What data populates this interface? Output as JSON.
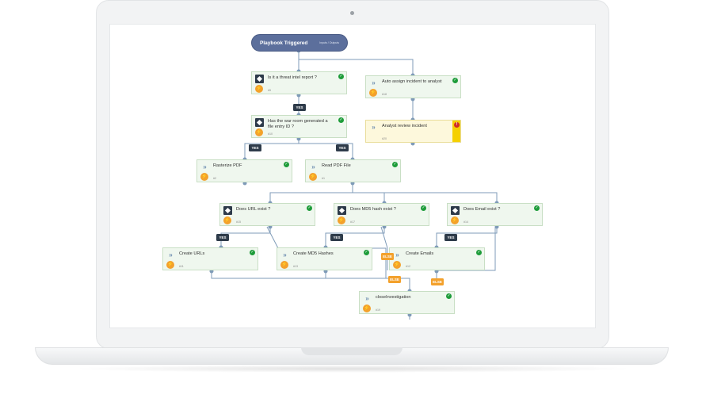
{
  "playbook": {
    "start": {
      "title": "Playbook Triggered",
      "subtitle": "Inputs / Outputs"
    },
    "labels": {
      "yes": "YES",
      "else": "ELSE"
    },
    "nodes": {
      "threat_intel": {
        "label": "Is it a threat intel report ?",
        "num": "#5"
      },
      "auto_assign": {
        "label": "Auto assign incident to analyst",
        "num": "#18"
      },
      "war_room": {
        "label": "Has the war room generated a file entry ID ?",
        "num": "#10"
      },
      "analyst_review": {
        "label": "Analyst review incident",
        "num": "#20"
      },
      "rasterize": {
        "label": "Rasterize PDF",
        "num": "#2"
      },
      "read_pdf": {
        "label": "Read PDF File",
        "num": "#1"
      },
      "url_exist": {
        "label": "Does URL exist ?",
        "num": "#15"
      },
      "md5_exist": {
        "label": "Does MD5 hash exist ?",
        "num": "#17"
      },
      "email_exist": {
        "label": "Does Email exist ?",
        "num": "#14"
      },
      "create_urls": {
        "label": "Create URLs",
        "num": "#11"
      },
      "create_md5": {
        "label": "Create MD5 Hashes",
        "num": "#13"
      },
      "create_emails": {
        "label": "Create Emails",
        "num": "#12"
      },
      "close": {
        "label": "closeInvestigation",
        "num": "#19"
      }
    },
    "colors": {
      "status_ok": "#1e9c3a",
      "alert": "#d02f24",
      "task_bg": "#eff7ee",
      "manual_bg": "#fdf8dc",
      "manual_bar": "#f5d000",
      "automation": "#f3a12c",
      "condition": "#2e3b4a",
      "start": "#5c6f9c",
      "wire": "#7f9bb8"
    },
    "icons": {
      "condition": "diamond-icon",
      "task": "chevron-right-icon",
      "automation": "bolt-icon",
      "status": "check-icon",
      "manual": "alert-icon"
    }
  }
}
